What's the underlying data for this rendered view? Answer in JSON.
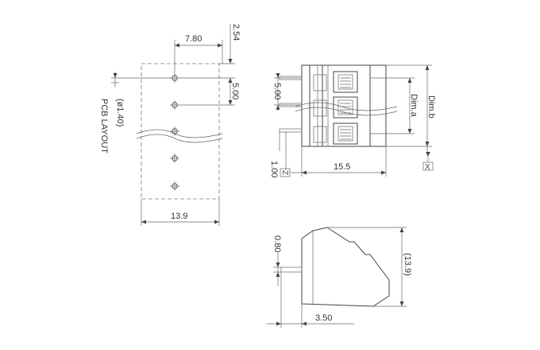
{
  "pcb_layout": {
    "title": "PCB LAYOUT",
    "dim_pitch_x": "7.80",
    "dim_offset_top": "2.54",
    "dim_pitch": "5.00",
    "dim_hole": "(ø1.40)",
    "dim_width": "13.9"
  },
  "front_view": {
    "dim_pitch": "5.00",
    "dim_a": "Dim.a",
    "dim_b": "Dim.b",
    "dim_depth": "15.5",
    "dim_pin_offset": "1.00",
    "datum_x": "X",
    "datum_z": "Z"
  },
  "side_view": {
    "dim_pin": "0.80",
    "dim_height": "(13.9)",
    "dim_pin_length": "3.50"
  }
}
